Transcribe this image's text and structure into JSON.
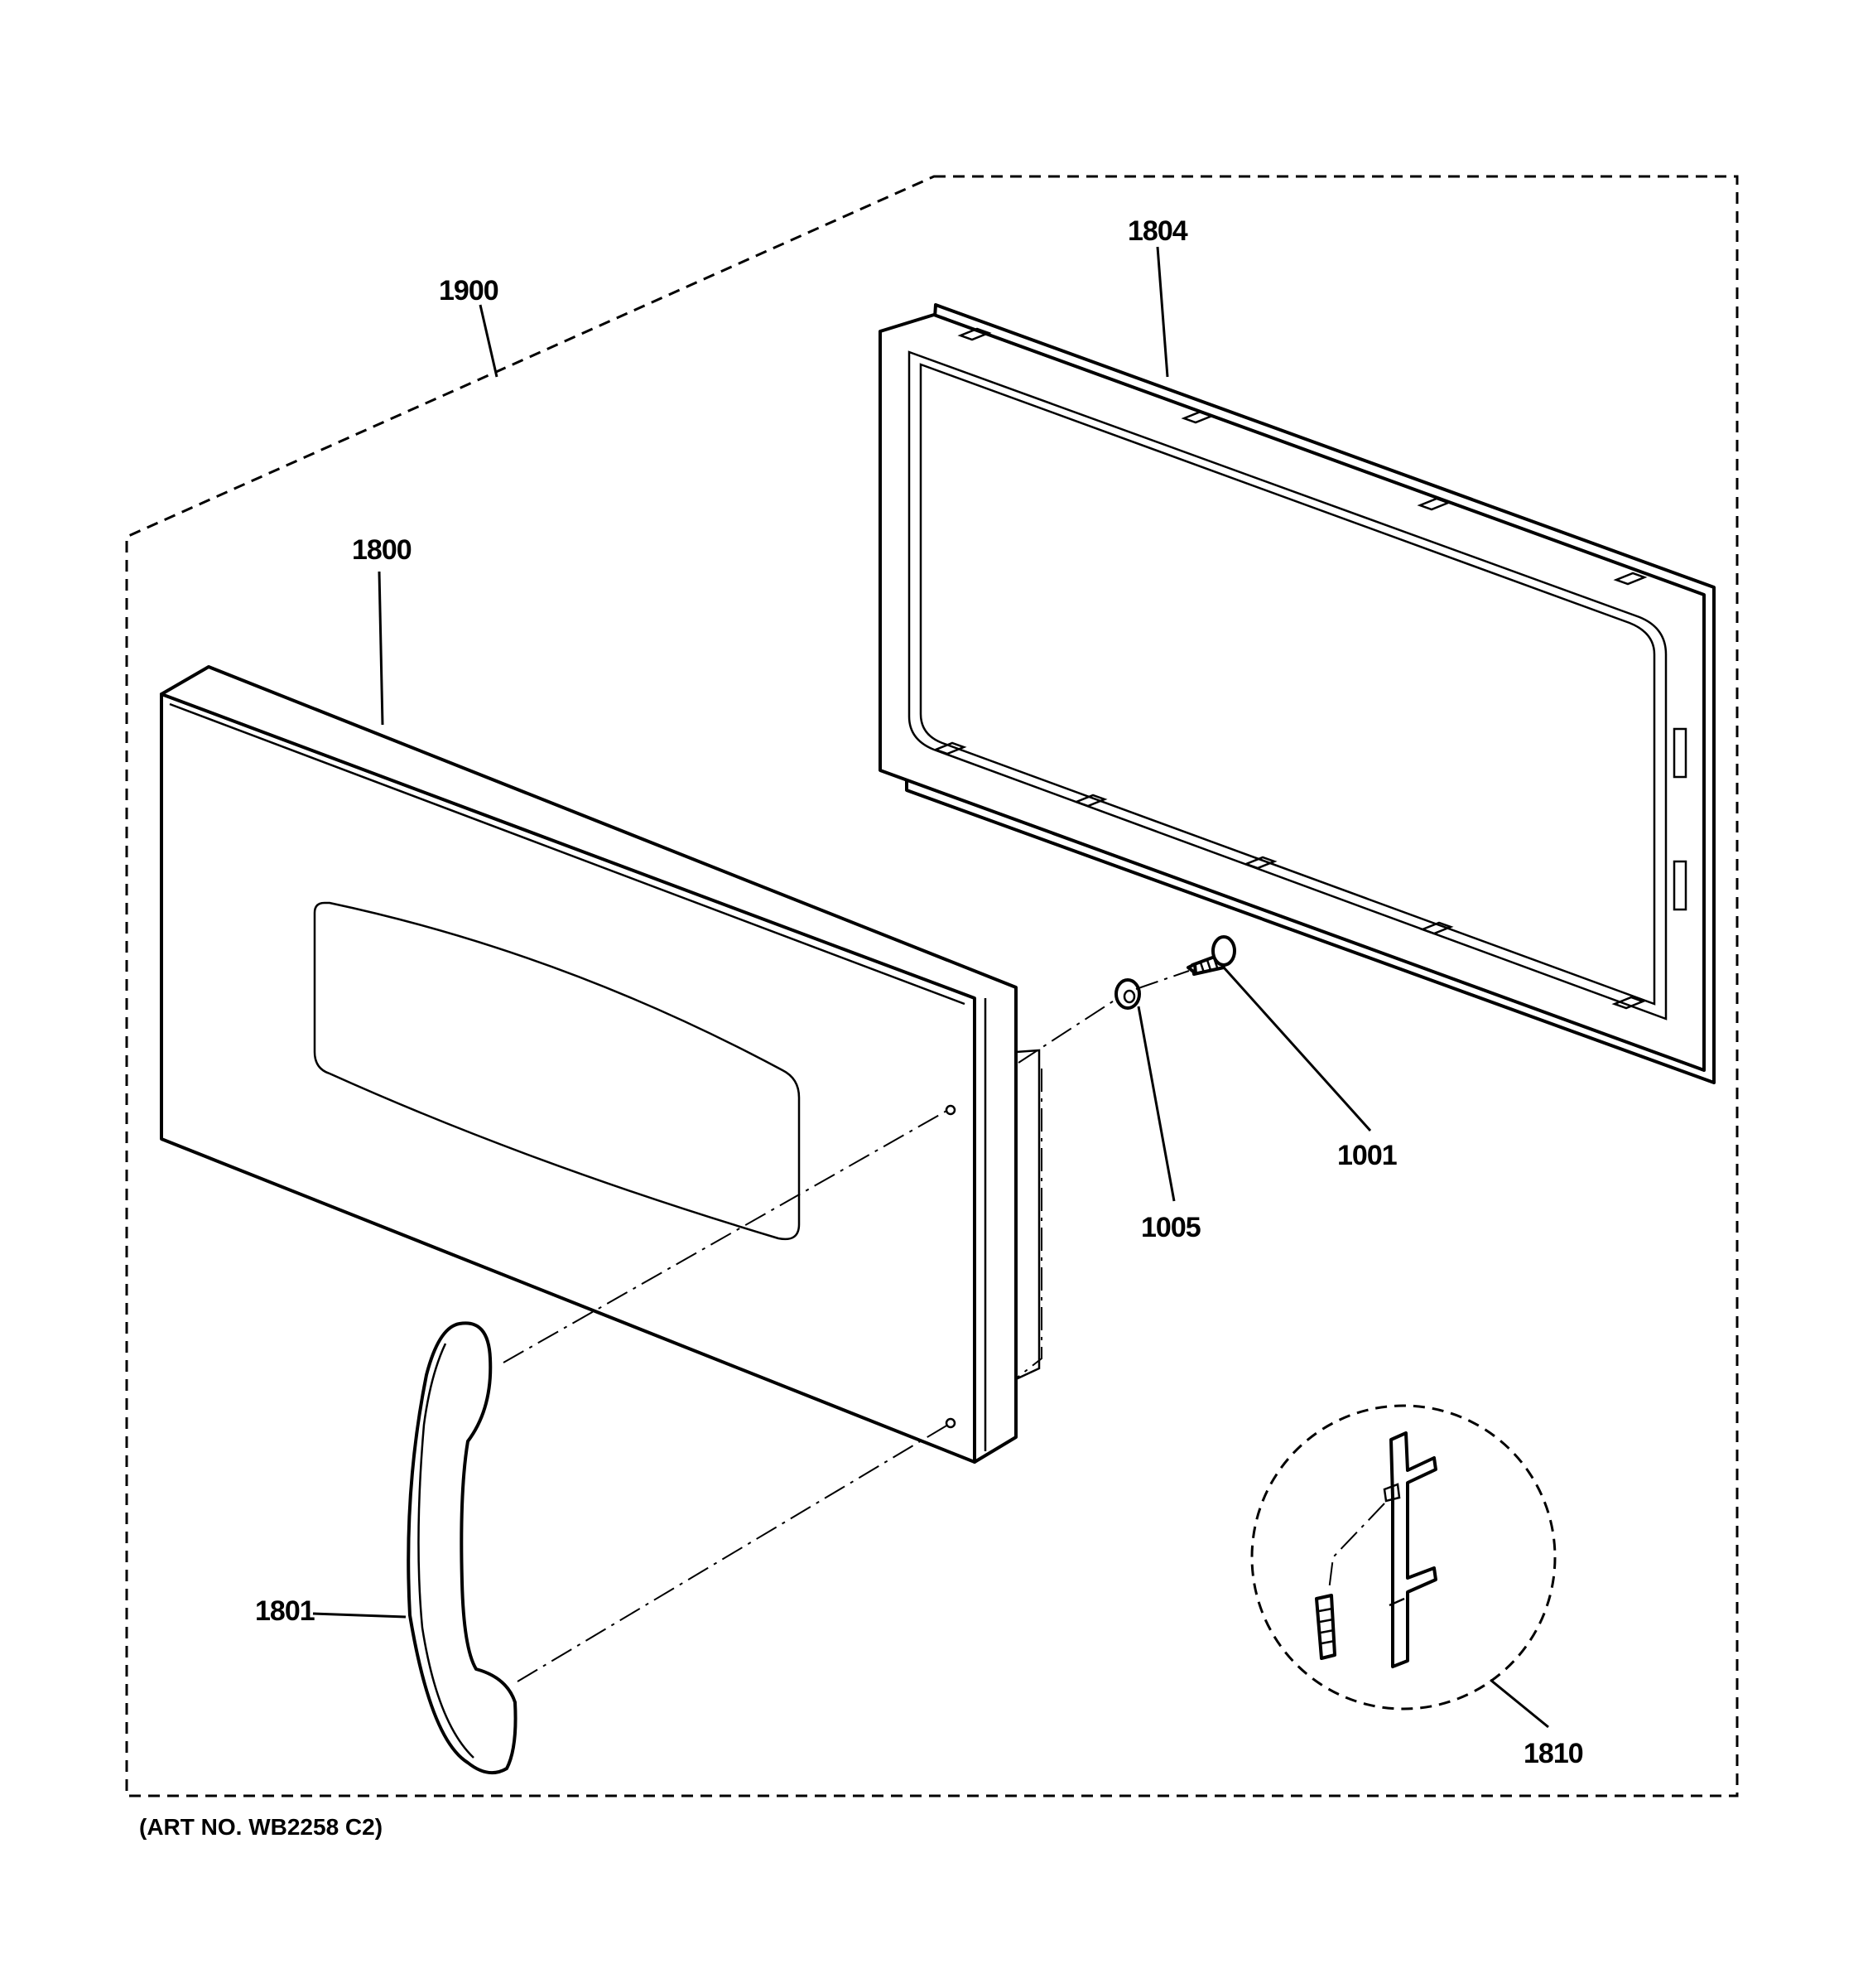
{
  "labels": {
    "assembly": "1900",
    "frame": "1804",
    "door_panel": "1800",
    "screw": "1001",
    "washer": "1005",
    "handle": "1801",
    "latch_kit": "1810"
  },
  "caption": "(ART NO. WB2258 C2)"
}
